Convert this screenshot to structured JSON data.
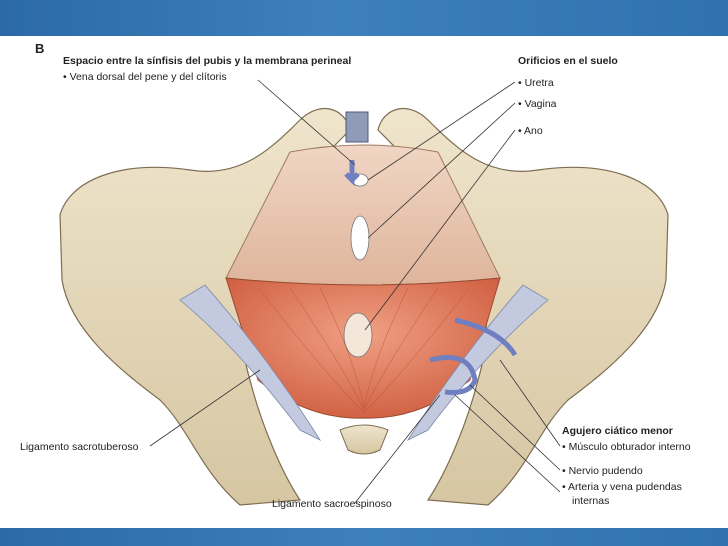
{
  "panel_letter": "B",
  "header_left": {
    "title": "Espacio entre la sínfisis del pubis y la membrana perineal",
    "item": "Vena dorsal del pene y del clítoris"
  },
  "header_right": {
    "title": "Orificios en el suelo",
    "items": [
      "Uretra",
      "Vagina",
      "Ano"
    ]
  },
  "lower_right": {
    "title": "Agujero ciático menor",
    "items": [
      "Músculo obturador interno",
      "Nervio pudendo",
      "Arteria y vena pudendas",
      "internas"
    ]
  },
  "labels": {
    "sacrotuberous": "Ligamento sacrotuberoso",
    "sacrospinous": "Ligamento sacroespinoso"
  },
  "colors": {
    "band": "#3678b4",
    "bone": "#e8dcc0",
    "membrane": "#e6c4ae",
    "muscle": "#e07a5a",
    "ligament": "#b9c2d8",
    "arrow": "#6f7fbf"
  }
}
